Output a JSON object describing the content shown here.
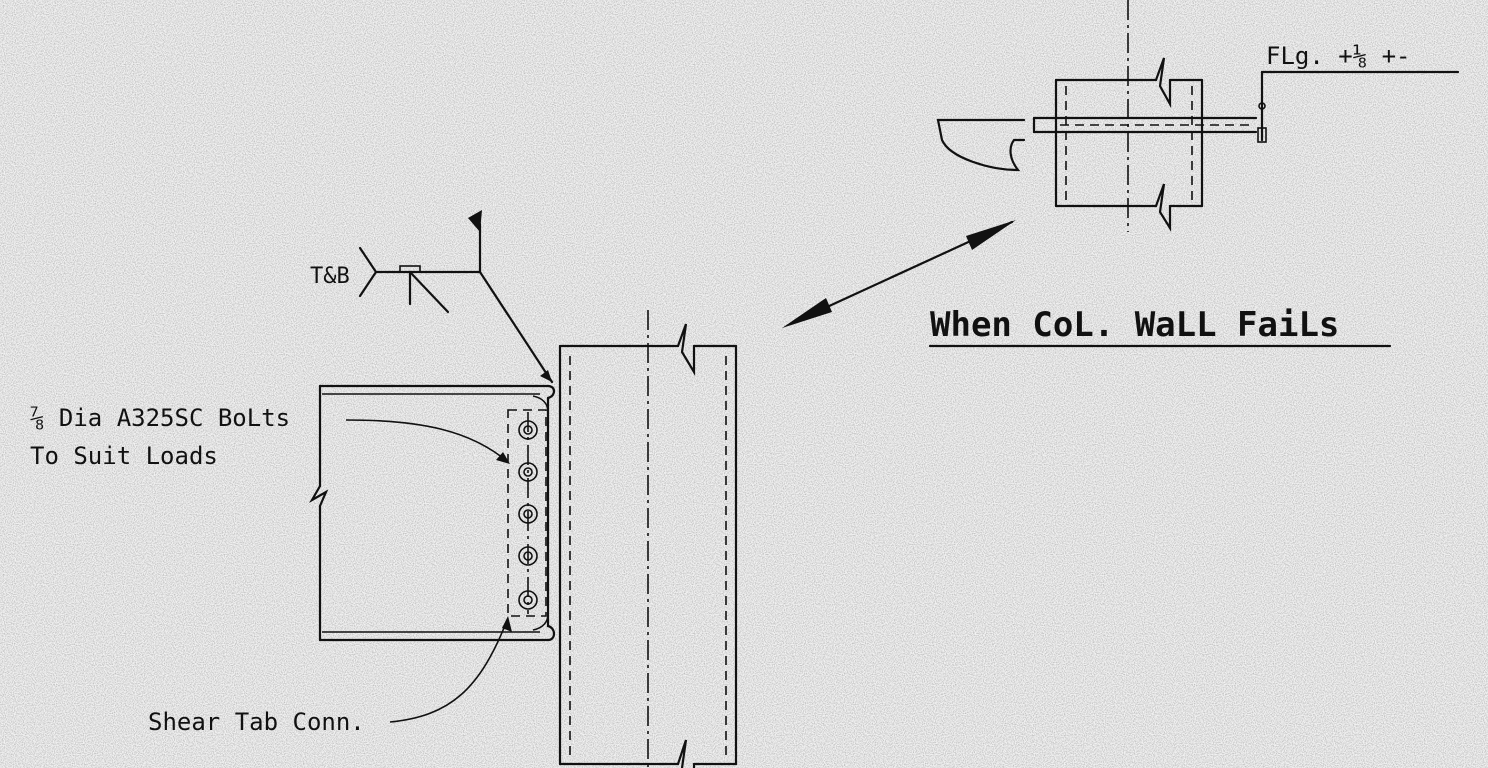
{
  "labels": {
    "bolts_line1": "⅞ Dia A325SC BoLts",
    "bolts_line2": "To Suit Loads",
    "weld": "T&B",
    "shear_tab": "Shear Tab Conn.",
    "flange_note": "FLg. +⅛ +-",
    "title": "When CoL. WaLL FaiLs"
  },
  "colors": {
    "ink": "#111111",
    "paper": "#f2f2f2"
  }
}
